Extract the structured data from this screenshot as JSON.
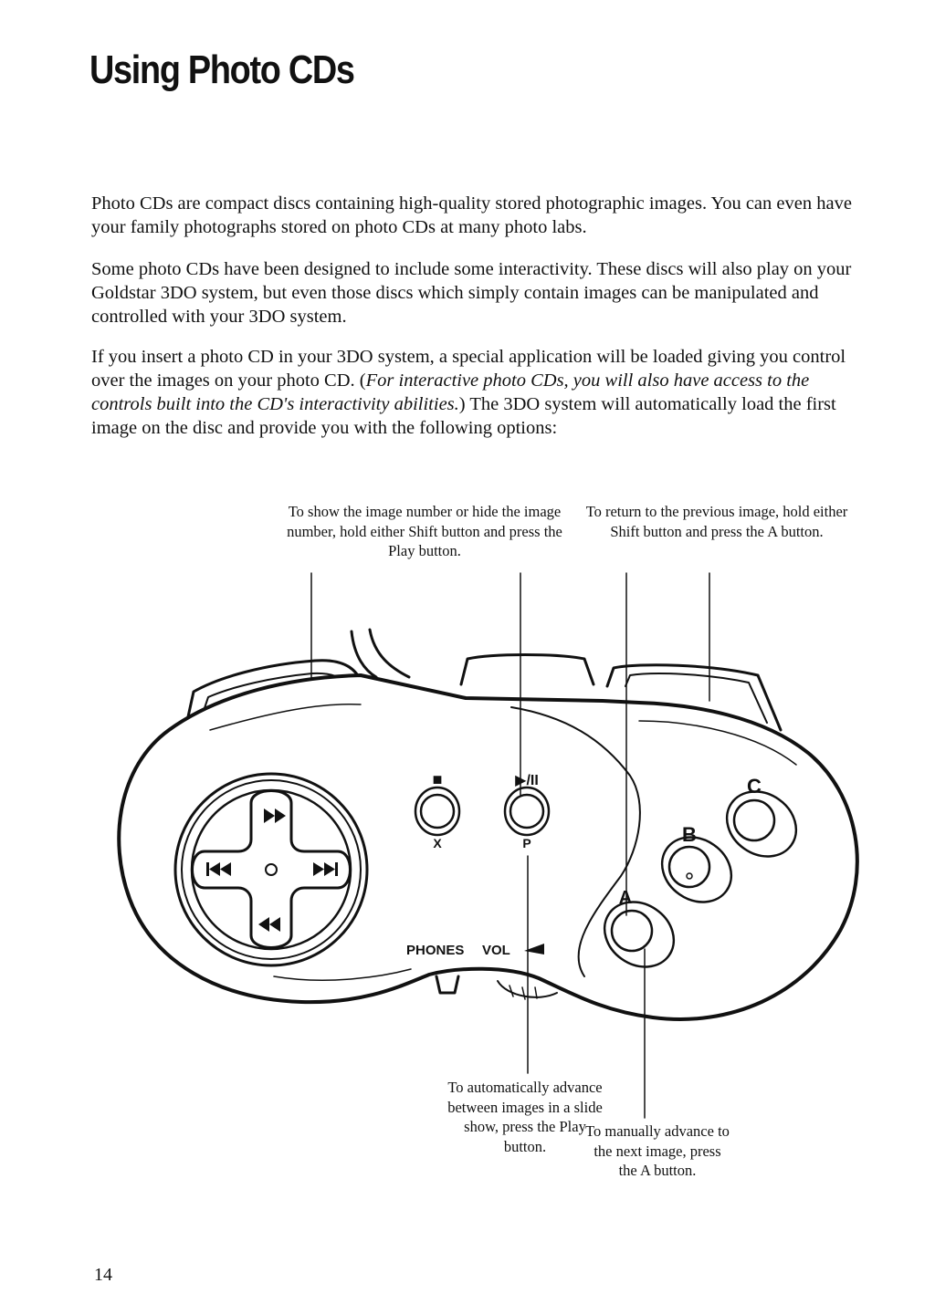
{
  "page": {
    "title": "Using Photo CDs",
    "page_number": "14"
  },
  "body": {
    "paragraph_1": "Photo CDs are compact discs containing high-quality stored photographic images. You can even have your family photographs stored on photo CDs at many photo labs.",
    "paragraph_2": "Some photo CDs have been designed to include some interactivity. These discs will also play on your Goldstar 3DO system, but even those discs which simply contain images can be manipulated and controlled with your 3DO system.",
    "paragraph_3_start": "If you insert a photo CD in your 3DO system, a special application will be loaded giving you control over the images on your photo CD. (",
    "paragraph_3_italic": "For interactive photo CDs, you will also have access to the controls built into the CD's interactivity abilities.",
    "paragraph_3_end": ") The 3DO system will automatically load the first image on the disc and provide you with the following options:"
  },
  "callouts": {
    "show_image_number": "To show the image number or hide the image number, hold either Shift button and press the Play button.",
    "previous_image": "To return to the previous image, hold either Shift button and press the A button.",
    "slide_show": "To automatically advance between images in a slide show, press the Play button.",
    "next_image": "To manually advance to the next image, press the A button."
  },
  "controller": {
    "stop_symbol": "■",
    "play_pause_symbol": "▶/II",
    "x_label": "X",
    "p_label": "P",
    "a_label": "A",
    "b_label": "B",
    "c_label": "C",
    "phones_label": "PHONES",
    "vol_label": "VOL",
    "dpad_up_icon": "fast-forward-icon",
    "dpad_down_icon": "rewind-icon",
    "dpad_left_icon": "skip-back-icon",
    "dpad_right_icon": "skip-forward-icon"
  }
}
